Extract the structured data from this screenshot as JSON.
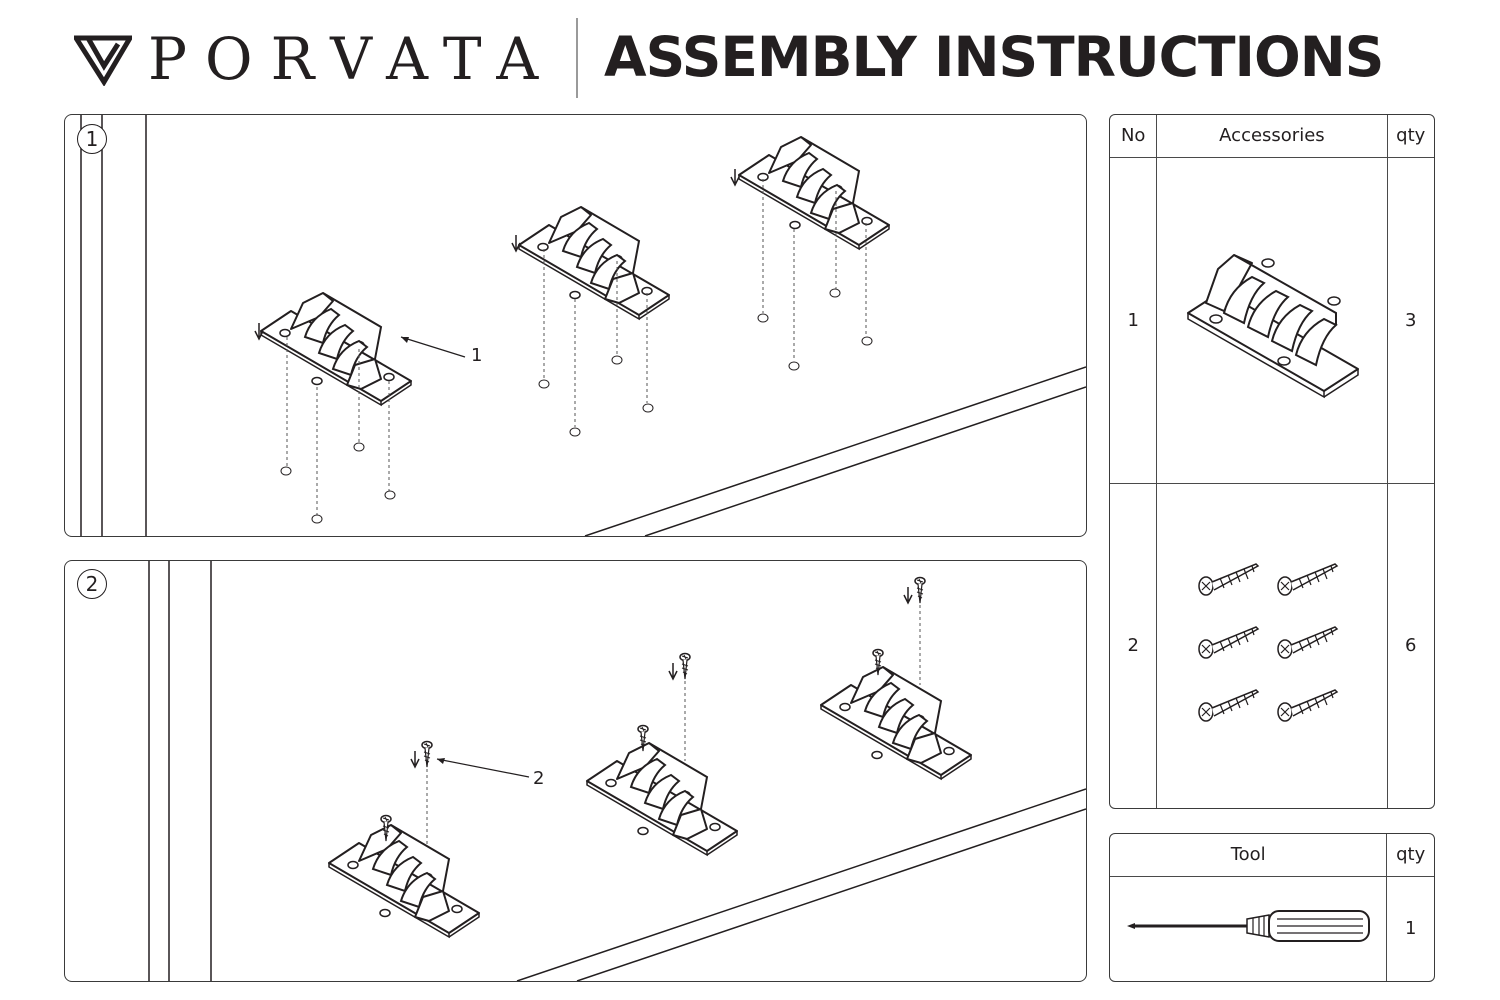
{
  "header": {
    "brand": "PORVATA",
    "title": "ASSEMBLY INSTRUCTIONS"
  },
  "steps": [
    {
      "number": "1",
      "callout": "1"
    },
    {
      "number": "2",
      "callout": "2"
    }
  ],
  "accessories_table": {
    "headers": {
      "no": "No",
      "accessories": "Accessories",
      "qty": "qty"
    },
    "rows": [
      {
        "no": "1",
        "item": "bracket-icon",
        "qty": "3"
      },
      {
        "no": "2",
        "item": "screw-icon",
        "qty": "6"
      }
    ]
  },
  "tool_table": {
    "headers": {
      "tool": "Tool",
      "qty": "qty"
    },
    "rows": [
      {
        "item": "screwdriver-icon",
        "qty": "1"
      }
    ]
  }
}
